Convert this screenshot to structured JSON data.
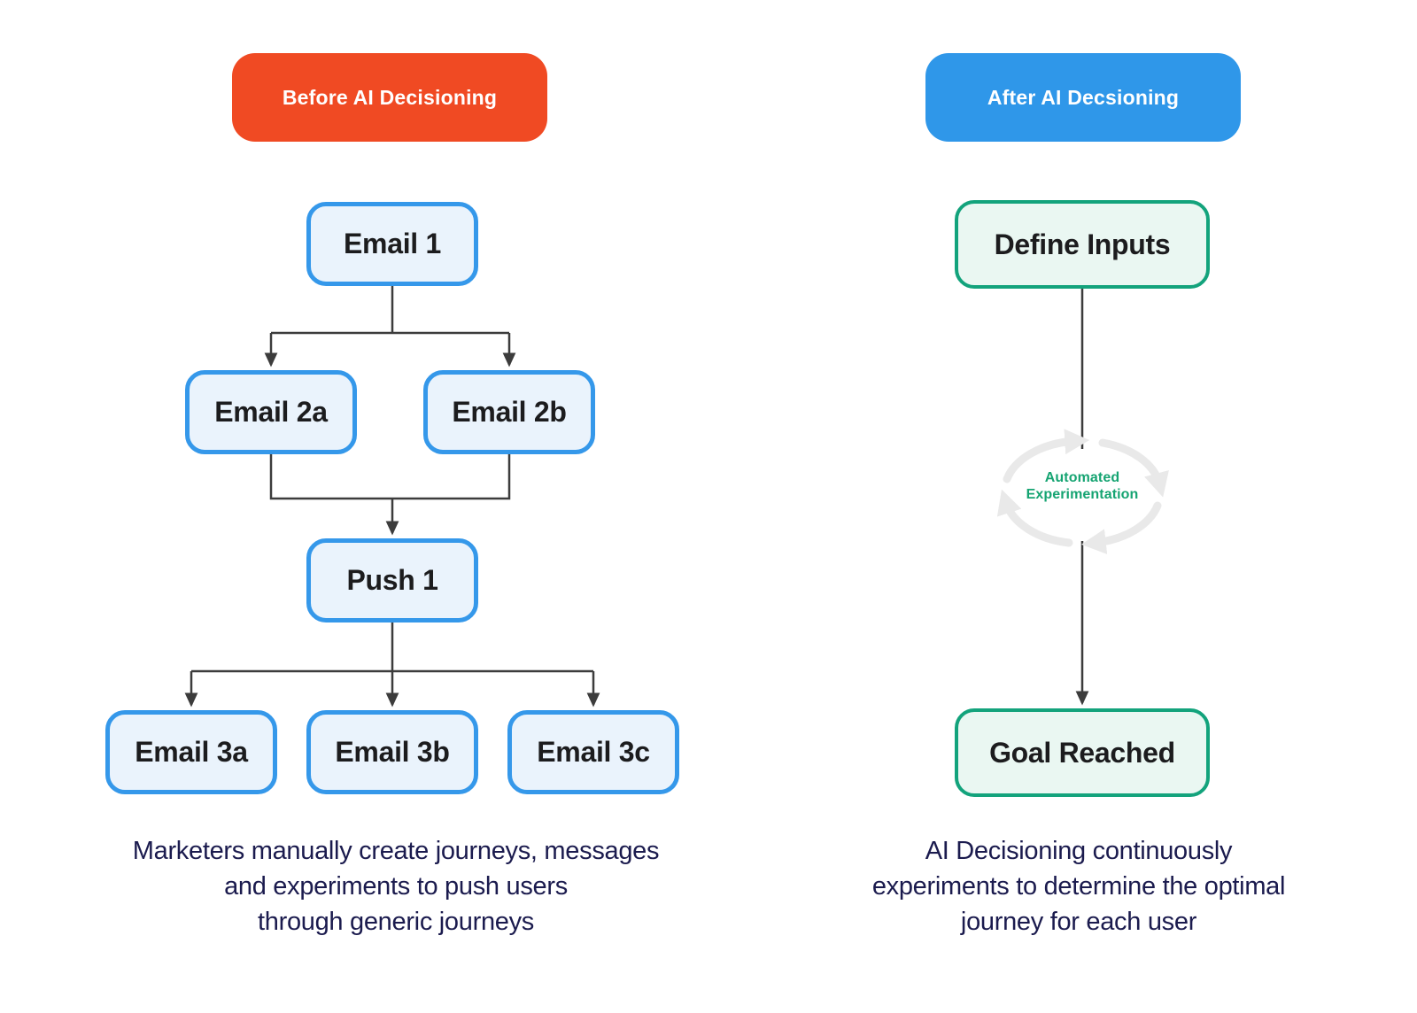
{
  "theme": {
    "bg": "#ffffff",
    "accent-red": "#F04A23",
    "accent-blue": "#2F97E9",
    "blue-node-fill": "#EAF3FC",
    "blue-node-border": "#3598EA",
    "green-node-fill": "#EAF7F2",
    "green-node-border": "#13A37C",
    "green-text": "#16A472",
    "line": "#3C3C3C",
    "cycle-gray": "#E9E9E9",
    "ink": "#1C1C1E",
    "ink-navy": "#1B1B4E"
  },
  "before": {
    "badge_label": "Before AI Decisioning",
    "nodes": {
      "email1": "Email 1",
      "email2a": "Email 2a",
      "email2b": "Email 2b",
      "push1": "Push 1",
      "email3a": "Email 3a",
      "email3b": "Email 3b",
      "email3c": "Email 3c"
    },
    "caption_lines": [
      "Marketers manually create journeys, messages",
      "and experiments to push users",
      "through generic journeys"
    ]
  },
  "after": {
    "badge_label": "After AI Decsioning",
    "nodes": {
      "define_inputs": "Define Inputs",
      "goal_reached": "Goal Reached"
    },
    "cycle_label_lines": [
      "Automated",
      "Experimentation"
    ],
    "caption_lines": [
      "AI Decisioning continuously",
      "experiments to determine the optimal",
      "journey for each user"
    ]
  }
}
